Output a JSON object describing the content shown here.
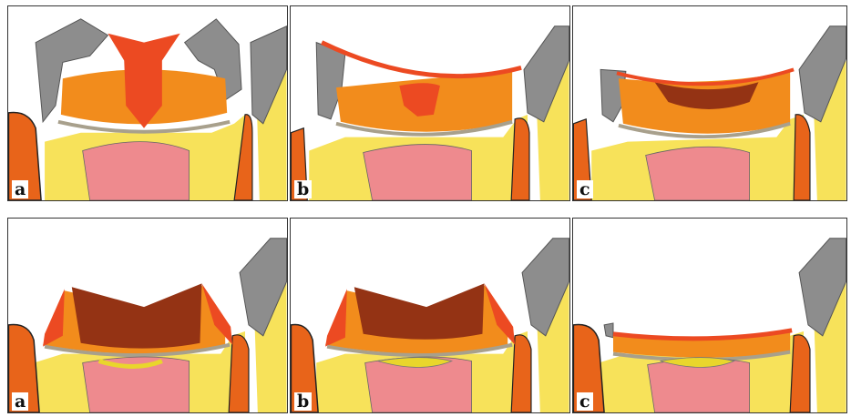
{
  "rows": [
    {
      "panels": [
        {
          "label": "a"
        },
        {
          "label": "b"
        },
        {
          "label": "c"
        }
      ]
    },
    {
      "panels": [
        {
          "label": "a"
        },
        {
          "label": "b"
        },
        {
          "label": "c"
        }
      ]
    }
  ],
  "colors": {
    "enamel": "#8d8d8d",
    "dentin": "#f7e25a",
    "pulp": "#ee8a8e",
    "cavity_fill": "#f28c1c",
    "carious_red": "#ec4a22",
    "dark_lesion": "#943314",
    "tertiary_dentin": "#e9d62c",
    "gum_orange": "#e8641a",
    "border": "#333333"
  }
}
